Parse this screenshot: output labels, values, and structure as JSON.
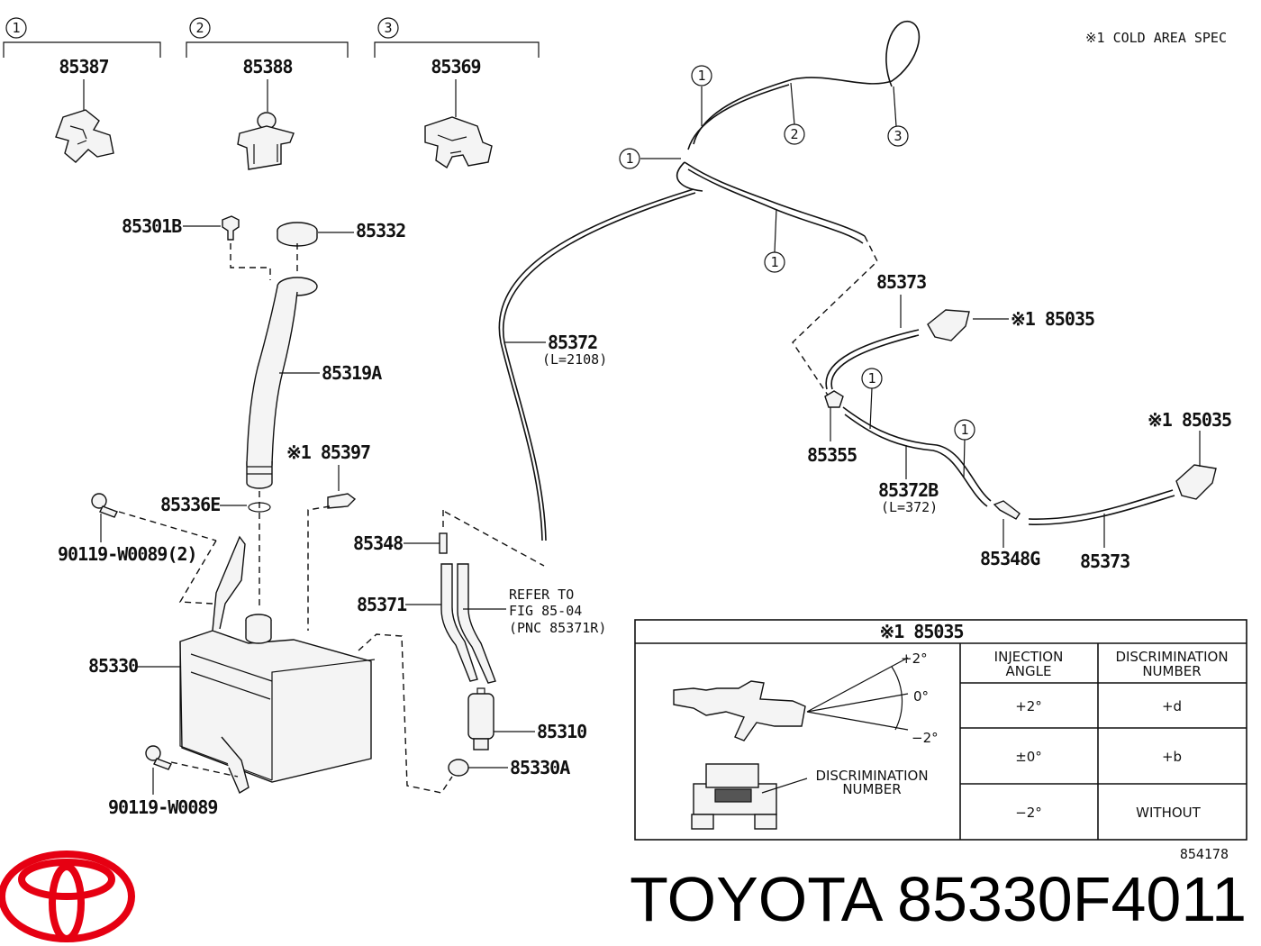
{
  "note": "※1 COLD AREA SPEC",
  "clips": [
    {
      "num": "1",
      "part": "85387"
    },
    {
      "num": "2",
      "part": "85388"
    },
    {
      "num": "3",
      "part": "85369"
    }
  ],
  "callouts": {
    "c1a": "1",
    "c1b": "1",
    "c1c": "1",
    "c1d": "1",
    "c1e": "1",
    "c2": "2",
    "c3": "3"
  },
  "parts": {
    "p85301B": "85301B",
    "p85332": "85332",
    "p85319A": "85319A",
    "p85397": "※1 85397",
    "p85336E": "85336E",
    "p90119_2": "90119-W0089(2)",
    "p85330": "85330",
    "p90119": "90119-W0089",
    "p85348": "85348",
    "p85371": "85371",
    "p85310": "85310",
    "p85330A": "85330A",
    "p85372": "85372",
    "p85372_len": "(L=2108)",
    "p85373a": "85373",
    "p85035a": "※1 85035",
    "p85355": "85355",
    "p85372B": "85372B",
    "p85372B_len": "(L=372)",
    "p85035b": "※1 85035",
    "p85348G": "85348G",
    "p85373b": "85373"
  },
  "refer": {
    "line1": "REFER TO",
    "line2": "FIG 85-04",
    "line3": "(PNC 85371R)"
  },
  "table": {
    "title": "※1 85035",
    "col1_line1": "INJECTION",
    "col1_line2": "ANGLE",
    "col2_line1": "DISCRIMINATION",
    "col2_line2": "NUMBER",
    "rows": [
      {
        "angle": "+2°",
        "disc": "+d"
      },
      {
        "angle": "±0°",
        "disc": "+b"
      },
      {
        "angle": "−2°",
        "disc": "WITHOUT"
      }
    ],
    "angle_plus": "+2°",
    "angle_zero": "0°",
    "angle_minus": "−2°",
    "disc_label_line1": "DISCRIMINATION",
    "disc_label_line2": "NUMBER"
  },
  "figure_number": "854178",
  "brand": {
    "text": "TOYOTA 85330F4011",
    "logo_color": "#e60012"
  }
}
